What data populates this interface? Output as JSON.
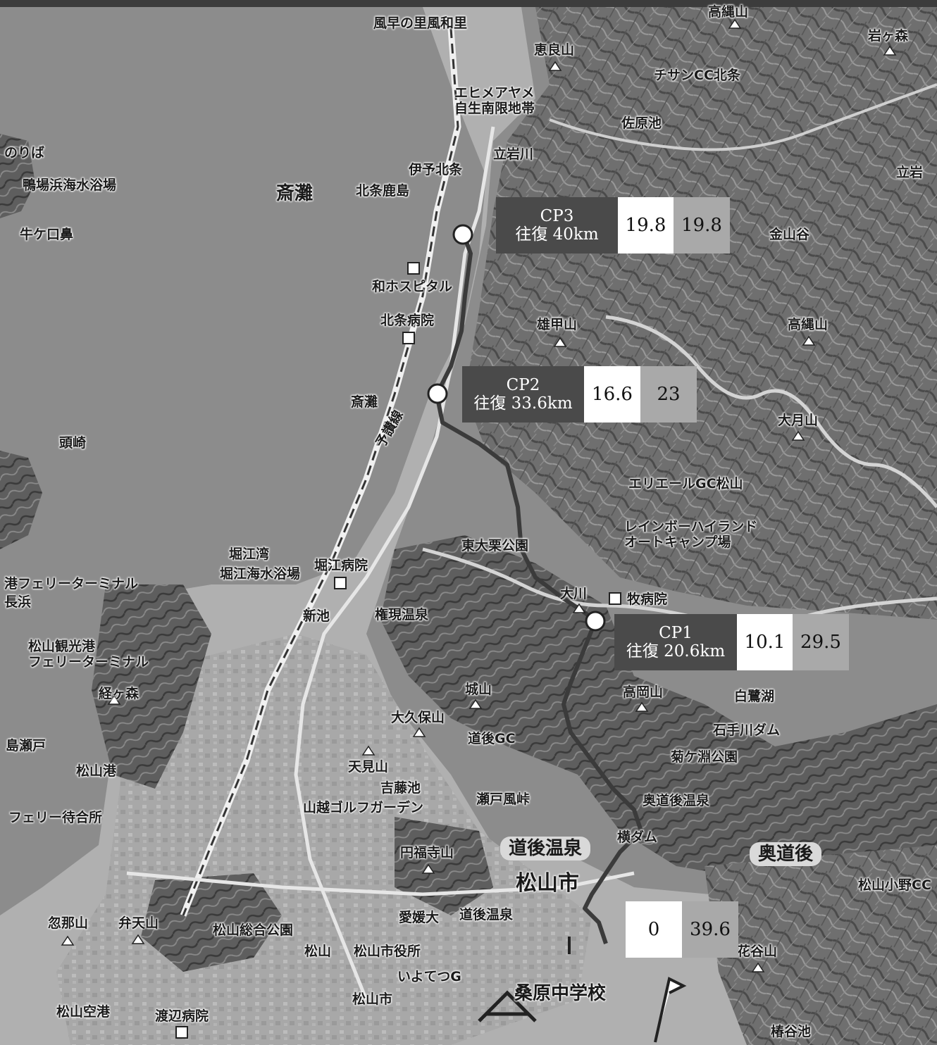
{
  "checkpoints": [
    {
      "id": "cp3",
      "name": "CP3",
      "round_trip": "往復 40km",
      "value_1": "19.8",
      "value_2": "19.8"
    },
    {
      "id": "cp2",
      "name": "CP2",
      "round_trip": "往復 33.6km",
      "value_1": "16.6",
      "value_2": "23"
    },
    {
      "id": "cp1",
      "name": "CP1",
      "round_trip": "往復 20.6km",
      "value_1": "10.1",
      "value_2": "29.5"
    },
    {
      "id": "start",
      "name": "",
      "round_trip": "",
      "value_1": "0",
      "value_2": "39.6"
    }
  ],
  "places": {
    "hojo_waki": "風早の里風和里",
    "ehime_meadow": "エヒメアヤメ\n自生南限地帯",
    "eryozan": "恵良山",
    "takanawasan": "高縄山",
    "iwagamori": "岩ヶ森",
    "chisan_cc": "チサンCC北条",
    "sakaike": "佐原池",
    "tateiwagawa": "立岩川",
    "tateiwa": "立岩",
    "iyo_hojo": "伊予北条",
    "hojo_kashima": "北条鹿島",
    "saitan": "斎灘",
    "noriba": "のりば",
    "ryogahama": "鴨場浜海水浴場",
    "ushigakubana": "牛ケ口鼻",
    "kanayamadani": "金山谷",
    "wa_hospital": "和ホスピタル",
    "hojo_hospital": "北条病院",
    "tatsumiyama": "雄甲山",
    "takanawa2": "高縄山",
    "saijo": "斎灘",
    "yosan_line": "予讃線",
    "kashirazaki": "頭崎",
    "otsukiyama": "大月山",
    "elleair_cc": "エリエールGC松山",
    "rainbow_hl": "レインボーハイランド\nオートキャンプ場",
    "higashi_park": "東大栗公園",
    "horie_bay": "堀江湾",
    "horie_beach": "堀江海水浴場",
    "horie_hospital": "堀江病院",
    "ferry_terminal": "港フェリーターミナル",
    "naganohama": "長浜",
    "okawa": "大川",
    "makibyoin": "牧病院",
    "gongen_onsen": "権現温泉",
    "shinike": "新池",
    "matsuyama_kanko": "松山観光港\nフェリーターミナル",
    "kyogamori": "経ヶ森",
    "jouyama": "城山",
    "sakaokayama": "高岡山",
    "shirasagiko": "白鷺湖",
    "okubo": "大久保山",
    "ishitegawa_dam": "石手川ダム",
    "dogo_gc": "道後GC",
    "shima_seto": "島瀬戸",
    "matsuyama_port": "松山港",
    "tengumiyama": "天見山",
    "kikuhashi": "菊ケ淵公園",
    "yoshifuji": "吉藤池",
    "yamakoshi_golf": "山越ゴルフガーデン",
    "setokaze": "瀬戸風峠",
    "okudogo_onsen": "奥道後温泉",
    "ferry_wait": "フェリー待合所",
    "dogo_onsen": "道後温泉",
    "ishite_dam": "横ダム",
    "okudogo": "奥道後",
    "enfukuji": "円福寺山",
    "matsuyama_city": "松山市",
    "matsuyama_ono": "松山小野CC",
    "ehime_univ": "愛媛大",
    "dogo_onsen_st": "道後温泉",
    "koshiyama": "忽那山",
    "bentenyama": "弁天山",
    "matsuyama_park": "松山総合公園",
    "matsuyama_st": "松山",
    "city_hall": "松山市役所",
    "iyotetsu_g": "いよてつG",
    "kuwabara_school": "桑原中学校",
    "hanasaki": "花谷山",
    "matsuyama_airport": "松山空港",
    "watanabe_hospital": "渡辺病院",
    "matsuyama_city_st": "松山市",
    "tsubaki": "椿谷池"
  }
}
